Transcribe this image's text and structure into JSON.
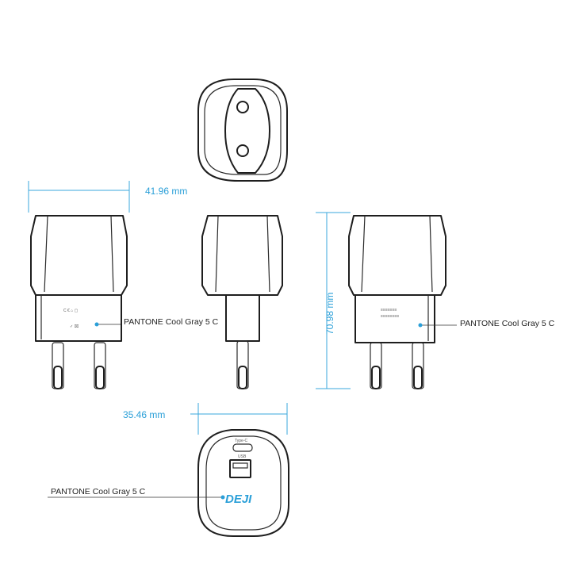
{
  "dimensions": {
    "width": "41.96 mm",
    "height": "70.98 mm",
    "depth": "35.46 mm"
  },
  "callouts": {
    "left_view": "PANTONE Cool Gray 5 C",
    "right_view": "PANTONE Cool Gray 5 C",
    "bottom_view": "PANTONE Cool Gray 5 C"
  },
  "ports": {
    "usb_c": "Type-C",
    "usb_a": "USB"
  },
  "brand": {
    "logo": "DEJI",
    "accent_color": "#2a9fd8"
  }
}
